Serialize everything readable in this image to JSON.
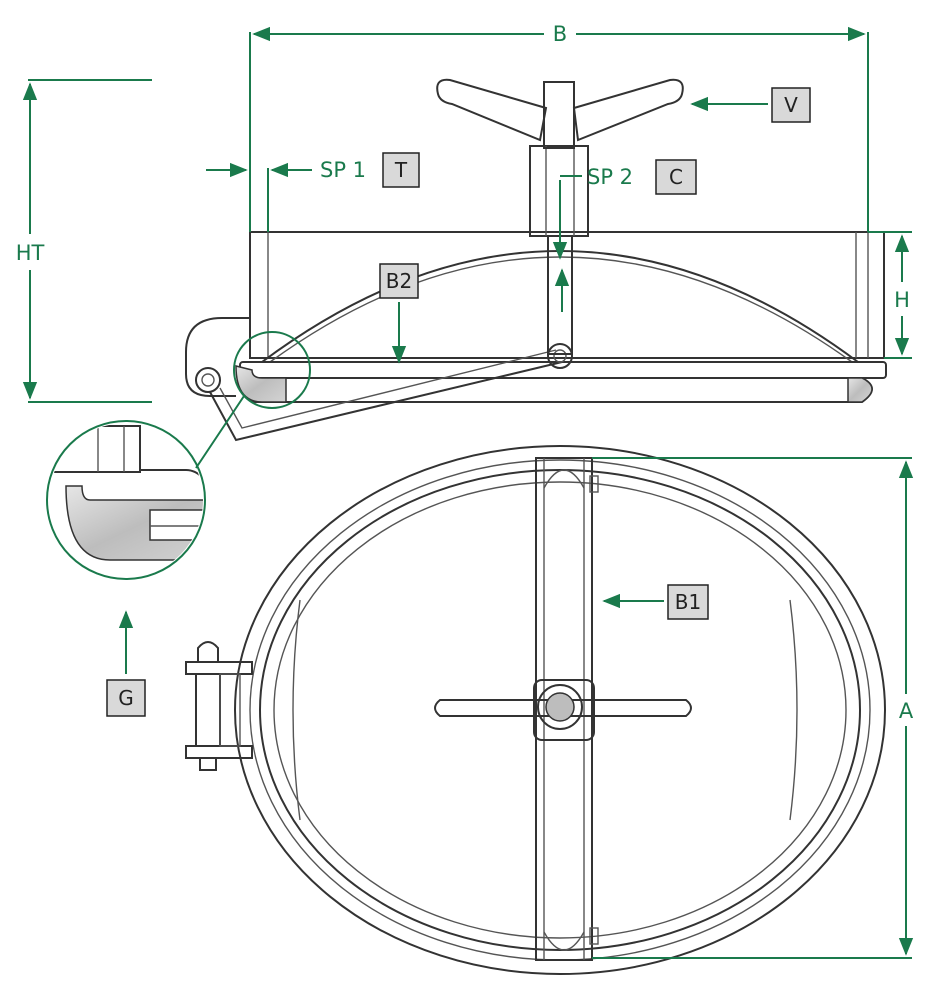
{
  "colors": {
    "dimension": "#1a7a4c",
    "outline": "#333333",
    "label_fill": "#d9d9d9",
    "gasket_fill": "#c4c4c4"
  },
  "labels": {
    "B": "B",
    "HT": "HT",
    "H": "H",
    "A": "A",
    "SP1": "SP 1",
    "SP2": "SP 2",
    "T": "T",
    "C": "C",
    "V": "V",
    "B2": "B2",
    "B1": "B1",
    "G": "G"
  }
}
